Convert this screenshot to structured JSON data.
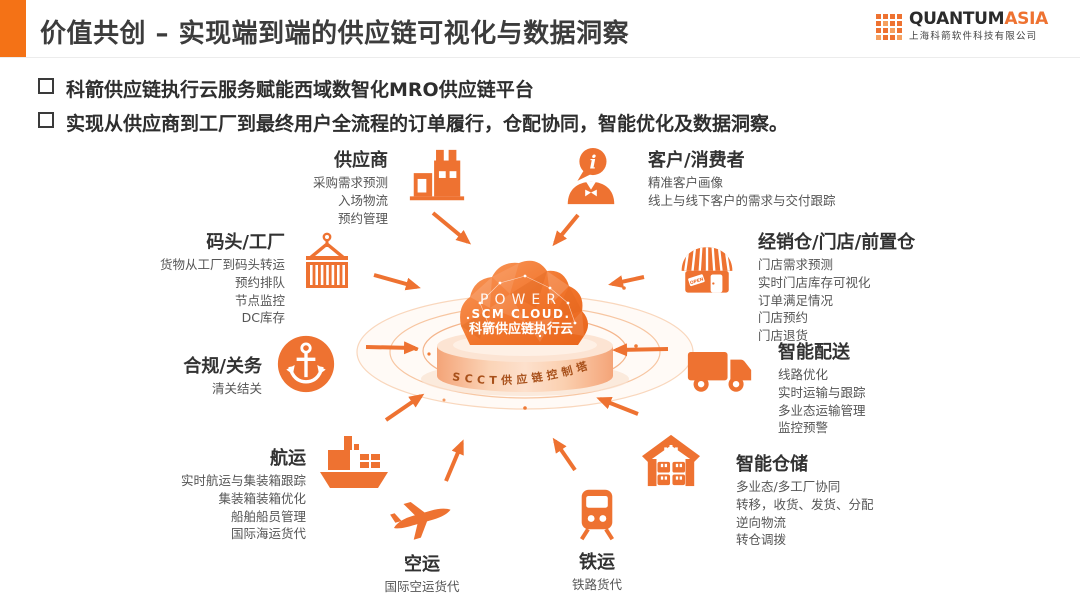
{
  "header": {
    "title": "价值共创 – 实现端到端的供应链可视化与数据洞察",
    "logo": {
      "brand_primary": "QUANTUM",
      "brand_secondary": "ASIA",
      "company": "上海科箭软件科技有限公司"
    }
  },
  "bullets": [
    "科箭供应链执行云服务赋能西域数智化MRO供应链平台",
    "实现从供应商到工厂到最终用户全流程的订单履行，仓配协同，智能优化及数据洞察。"
  ],
  "hub": {
    "line1": "POWER",
    "line2": "SCM CLOUD.",
    "line3": "科箭供应链执行云",
    "platform_label": "SCCT供应链控制塔"
  },
  "nodes": [
    {
      "id": "supplier",
      "title": "供应商",
      "icon": "factory-icon",
      "items": [
        "采购需求预测",
        "入场物流",
        "预约管理"
      ]
    },
    {
      "id": "customer",
      "title": "客户/消费者",
      "icon": "customer-icon",
      "items": [
        "精准客户画像",
        "线上与线下客户的需求与交付跟踪"
      ]
    },
    {
      "id": "dock",
      "title": "码头/工厂",
      "icon": "container-crane-icon",
      "items": [
        "货物从工厂到码头转运",
        "预约排队",
        "节点监控",
        "DC库存"
      ]
    },
    {
      "id": "stores",
      "title": "经销仓/门店/前置仓",
      "icon": "store-icon",
      "items": [
        "门店需求预测",
        "实时门店库存可视化",
        "订单满足情况",
        "门店预约",
        "门店退货"
      ]
    },
    {
      "id": "customs",
      "title": "合规/关务",
      "icon": "anchor-icon",
      "items": [
        "清关结关"
      ]
    },
    {
      "id": "delivery",
      "title": "智能配送",
      "icon": "truck-icon",
      "items": [
        "线路优化",
        "实时运输与跟踪",
        "多业态运输管理",
        "监控预警"
      ]
    },
    {
      "id": "shipping",
      "title": "航运",
      "icon": "ship-icon",
      "items": [
        "实时航运与集装箱跟踪",
        "集装箱装箱优化",
        "船舶船员管理",
        "国际海运货代"
      ]
    },
    {
      "id": "warehouse",
      "title": "智能仓储",
      "icon": "warehouse-icon",
      "items": [
        "多业态/多工厂协同",
        "转移，收货、发货、分配",
        "逆向物流",
        "转仓调拨"
      ]
    },
    {
      "id": "air",
      "title": "空运",
      "icon": "plane-icon",
      "items": [
        "国际空运货代"
      ]
    },
    {
      "id": "rail",
      "title": "铁运",
      "icon": "train-icon",
      "items": [
        "铁路货代"
      ]
    }
  ],
  "colors": {
    "accent": "#EE7231",
    "accent_dark": "#d95f15",
    "title_text": "#3C3C3C"
  }
}
